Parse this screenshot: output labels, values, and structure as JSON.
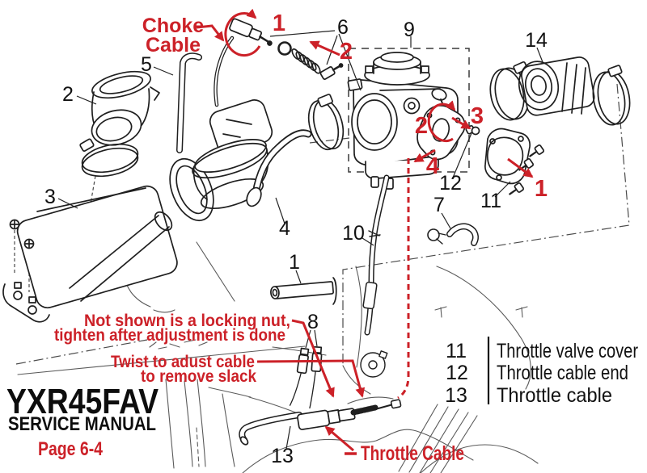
{
  "title_block": {
    "model": "YXR45FAV",
    "subtitle": "SERVICE MANUAL",
    "page": "Page 6-4"
  },
  "callouts": {
    "choke_cable": {
      "line1": "Choke",
      "line2": "Cable"
    },
    "locking_nut": {
      "line1": "Not shown is a locking nut,",
      "line2": "tighten after adjustment is done"
    },
    "twist": {
      "line1": "Twist to adust cable",
      "line2": "to remove slack"
    },
    "throttle_cable": "Throttle Cable"
  },
  "part_numbers": {
    "1": "1",
    "2": "2",
    "3": "3",
    "4": "4",
    "5": "5",
    "6": "6",
    "7": "7",
    "8": "8",
    "9": "9",
    "10": "10",
    "11": "11",
    "12": "12",
    "13": "13",
    "14": "14"
  },
  "step_numbers": {
    "s1": "1",
    "s2": "2",
    "s3": "3",
    "s4": "4"
  },
  "legend": {
    "items": [
      {
        "number": "11",
        "label": "Throttle valve cover"
      },
      {
        "number": "12",
        "label": "Throttle cable end"
      },
      {
        "number": "13",
        "label": "Throttle cable"
      }
    ]
  },
  "colors": {
    "annotation_red": "#cc2128",
    "line_black": "#1f1f1f",
    "sketch_gray": "#5a5a5a"
  }
}
